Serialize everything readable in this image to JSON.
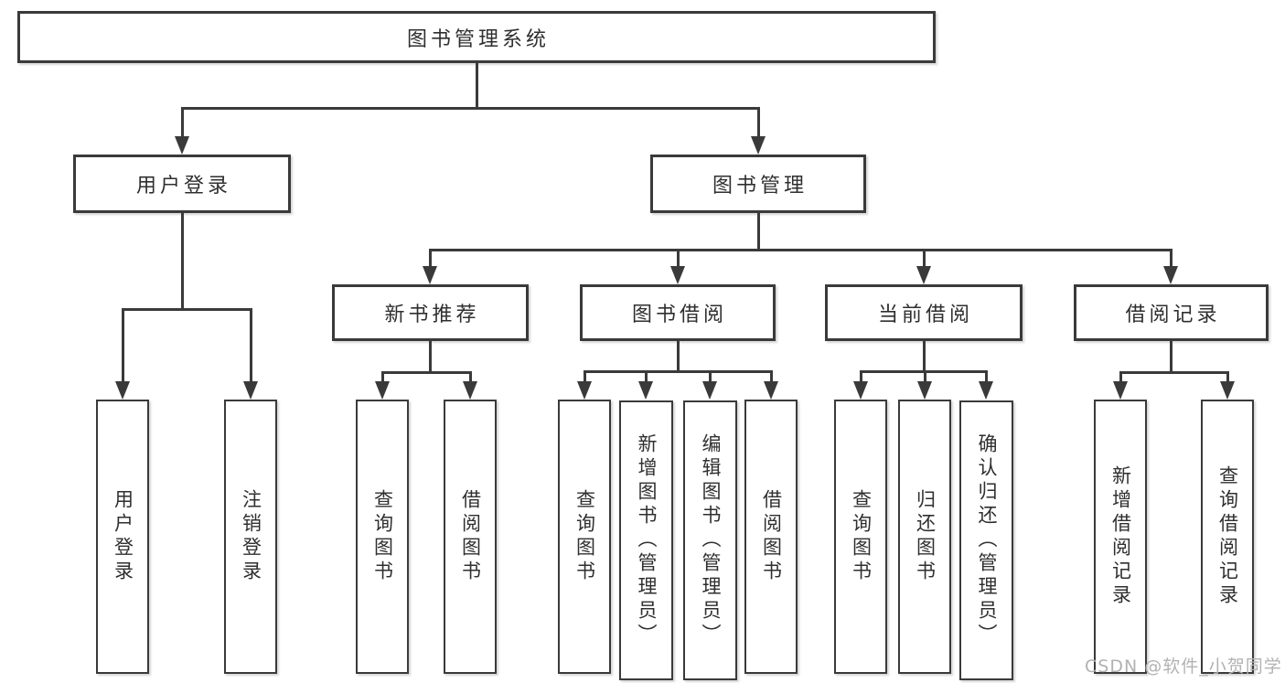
{
  "colors": {
    "line": "#3a3a3a",
    "text": "#2f2f2f",
    "bg": "#ffffff",
    "watermark": "#b2b2b2"
  },
  "tree": {
    "root": "图书管理系统",
    "user": {
      "label": "用户登录",
      "leaves": [
        "用户登录",
        "注销登录"
      ]
    },
    "mgmt": {
      "label": "图书管理",
      "groups": [
        {
          "label": "新书推荐",
          "leaves": [
            "查询图书",
            "借阅图书"
          ]
        },
        {
          "label": "图书借阅",
          "leaves": [
            "查询图书",
            "新增图书（管理员）",
            "编辑图书（管理员）",
            "借阅图书"
          ]
        },
        {
          "label": "当前借阅",
          "leaves": [
            "查询图书",
            "归还图书",
            "确认归还（管理员）"
          ]
        },
        {
          "label": "借阅记录",
          "leaves": [
            "新增借阅记录",
            "查询借阅记录"
          ]
        }
      ]
    }
  },
  "watermark": "CSDN @软件_小贺同学"
}
